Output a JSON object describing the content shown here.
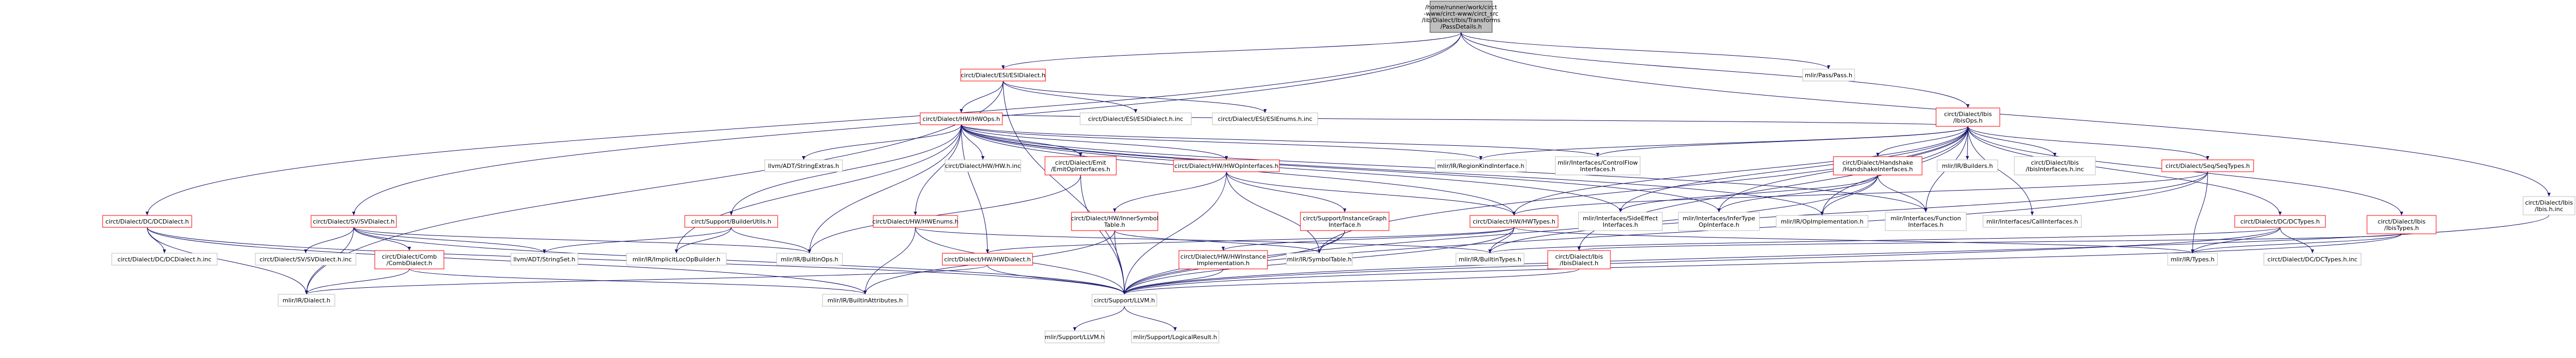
{
  "colors": {
    "edge": "#191970",
    "node_border_default": "#bfbfbf",
    "node_border_documented": "#ff0000",
    "node_border_root": "#404040",
    "node_fill_default": "#ffffff",
    "node_fill_root": "#bfbfbf"
  },
  "nodes": [
    {
      "id": "root",
      "lines": [
        "/home/runner/work/circt",
        "-www/circt-www/circt_src",
        "/lib/Dialect/Ibis/Transforms",
        "/PassDetails.h"
      ],
      "style": "root"
    },
    {
      "id": "esiesidialect",
      "lines": [
        "circt/Dialect/ESI/ESIDialect.h"
      ],
      "style": "doc"
    },
    {
      "id": "passpass",
      "lines": [
        "mlir/Pass/Pass.h"
      ],
      "style": "gray"
    },
    {
      "id": "ibisops",
      "lines": [
        "circt/Dialect/Ibis",
        "/IbisOps.h"
      ],
      "style": "doc"
    },
    {
      "id": "ibisinc",
      "lines": [
        "circt/Dialect/Ibis",
        "/Ibis.h.inc"
      ],
      "style": "gray"
    },
    {
      "id": "hwops",
      "lines": [
        "circt/Dialect/HW/HWOps.h"
      ],
      "style": "doc"
    },
    {
      "id": "esiinc",
      "lines": [
        "circt/Dialect/ESI/ESIDialect.h.inc"
      ],
      "style": "gray"
    },
    {
      "id": "esienums",
      "lines": [
        "circt/Dialect/ESI/ESIEnums.h.inc"
      ],
      "style": "gray"
    },
    {
      "id": "llvmstrext",
      "lines": [
        "llvm/ADT/StringExtras.h"
      ],
      "style": "gray"
    },
    {
      "id": "hwinc",
      "lines": [
        "circt/Dialect/HW/HW.h.inc"
      ],
      "style": "gray"
    },
    {
      "id": "emitopif",
      "lines": [
        "circt/Dialect/Emit",
        "/EmitOpInterfaces.h"
      ],
      "style": "doc"
    },
    {
      "id": "hwopif",
      "lines": [
        "circt/Dialect/HW/HWOpInterfaces.h"
      ],
      "style": "doc"
    },
    {
      "id": "regionkind",
      "lines": [
        "mlir/IR/RegionKindInterface.h"
      ],
      "style": "gray"
    },
    {
      "id": "controlflow",
      "lines": [
        "mlir/Interfaces/ControlFlow",
        "Interfaces.h"
      ],
      "style": "gray"
    },
    {
      "id": "handshakeif",
      "lines": [
        "circt/Dialect/Handshake",
        "/HandshakeInterfaces.h"
      ],
      "style": "doc"
    },
    {
      "id": "mlirbuilders",
      "lines": [
        "mlir/IR/Builders.h"
      ],
      "style": "gray"
    },
    {
      "id": "ibisifinc",
      "lines": [
        "circt/Dialect/Ibis",
        "/IbisInterfaces.h.inc"
      ],
      "style": "gray"
    },
    {
      "id": "seqtypes",
      "lines": [
        "circt/Dialect/Seq/SeqTypes.h"
      ],
      "style": "doc"
    },
    {
      "id": "dcdialect",
      "lines": [
        "circt/Dialect/DC/DCDialect.h"
      ],
      "style": "doc"
    },
    {
      "id": "svdialect",
      "lines": [
        "circt/Dialect/SV/SVDialect.h"
      ],
      "style": "doc"
    },
    {
      "id": "builderutils",
      "lines": [
        "circt/Support/BuilderUtils.h"
      ],
      "style": "doc"
    },
    {
      "id": "hwenums",
      "lines": [
        "circt/Dialect/HW/HWEnums.h"
      ],
      "style": "doc"
    },
    {
      "id": "innersym",
      "lines": [
        "circt/Dialect/HW/InnerSymbol",
        "Table.h"
      ],
      "style": "doc"
    },
    {
      "id": "instgraph",
      "lines": [
        "circt/Support/InstanceGraph",
        "Interface.h"
      ],
      "style": "doc"
    },
    {
      "id": "hwtypes",
      "lines": [
        "circt/Dialect/HW/HWTypes.h"
      ],
      "style": "doc"
    },
    {
      "id": "sideeffect",
      "lines": [
        "mlir/Interfaces/SideEffect",
        "Interfaces.h"
      ],
      "style": "gray"
    },
    {
      "id": "infertype",
      "lines": [
        "mlir/Interfaces/InferType",
        "OpInterface.h"
      ],
      "style": "gray"
    },
    {
      "id": "opimpl",
      "lines": [
        "mlir/IR/OpImplementation.h"
      ],
      "style": "gray"
    },
    {
      "id": "funcif",
      "lines": [
        "mlir/Interfaces/Function",
        "Interfaces.h"
      ],
      "style": "gray"
    },
    {
      "id": "callif",
      "lines": [
        "mlir/Interfaces/CallInterfaces.h"
      ],
      "style": "gray"
    },
    {
      "id": "dctypes",
      "lines": [
        "circt/Dialect/DC/DCTypes.h"
      ],
      "style": "doc"
    },
    {
      "id": "ibistypes",
      "lines": [
        "circt/Dialect/Ibis",
        "/IbisTypes.h"
      ],
      "style": "doc"
    },
    {
      "id": "dcinc",
      "lines": [
        "circt/Dialect/DC/DCDialect.h.inc"
      ],
      "style": "gray"
    },
    {
      "id": "svinc",
      "lines": [
        "circt/Dialect/SV/SVDialect.h.inc"
      ],
      "style": "gray"
    },
    {
      "id": "combdialect",
      "lines": [
        "circt/Dialect/Comb",
        "/CombDialect.h"
      ],
      "style": "doc"
    },
    {
      "id": "strset",
      "lines": [
        "llvm/ADT/StringSet.h"
      ],
      "style": "gray"
    },
    {
      "id": "implicitlocop",
      "lines": [
        "mlir/IR/ImplicitLocOpBuilder.h"
      ],
      "style": "gray"
    },
    {
      "id": "builtinops",
      "lines": [
        "mlir/IR/BuiltinOps.h"
      ],
      "style": "gray"
    },
    {
      "id": "hwdialect",
      "lines": [
        "circt/Dialect/HW/HWDialect.h"
      ],
      "style": "doc"
    },
    {
      "id": "hwinstimpl",
      "lines": [
        "circt/Dialect/HW/HWInstance",
        "Implementation.h"
      ],
      "style": "doc"
    },
    {
      "id": "symboltable",
      "lines": [
        "mlir/IR/SymbolTable.h"
      ],
      "style": "gray"
    },
    {
      "id": "builtintypes",
      "lines": [
        "mlir/IR/BuiltinTypes.h"
      ],
      "style": "gray"
    },
    {
      "id": "ibisdialect",
      "lines": [
        "circt/Dialect/Ibis",
        "/IbisDialect.h"
      ],
      "style": "doc"
    },
    {
      "id": "mlirtypes",
      "lines": [
        "mlir/IR/Types.h"
      ],
      "style": "gray"
    },
    {
      "id": "dcdctypesinc",
      "lines": [
        "circt/Dialect/DC/DCTypes.h.inc"
      ],
      "style": "gray"
    },
    {
      "id": "mlirdialect",
      "lines": [
        "mlir/IR/Dialect.h"
      ],
      "style": "gray"
    },
    {
      "id": "builtinattrs",
      "lines": [
        "mlir/IR/BuiltinAttributes.h"
      ],
      "style": "gray"
    },
    {
      "id": "llvmh",
      "lines": [
        "circt/Support/LLVM.h"
      ],
      "style": "gray"
    },
    {
      "id": "mlirllvm",
      "lines": [
        "mlir/Support/LLVM.h"
      ],
      "style": "gray"
    },
    {
      "id": "logicalresult",
      "lines": [
        "mlir/Support/LogicalResult.h"
      ],
      "style": "gray"
    }
  ]
}
